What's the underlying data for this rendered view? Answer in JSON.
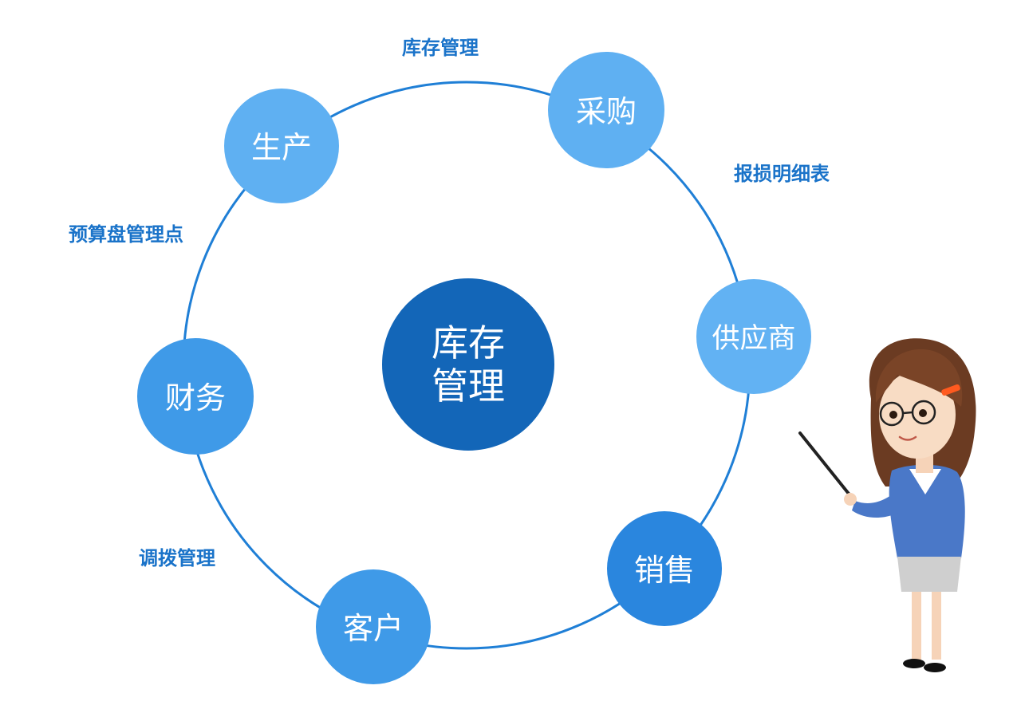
{
  "center": {
    "line1": "库存",
    "line2": "管理",
    "color": "#1366b8"
  },
  "nodes": {
    "production": "生产",
    "purchase": "采购",
    "supplier": "供应商",
    "sales": "销售",
    "customer": "客户",
    "finance": "财务"
  },
  "annotations": {
    "top": "库存管理",
    "right": "报损明细表",
    "left": "预算盘管理点",
    "bottom_left": "调拨管理"
  },
  "colors": {
    "ring": "#1f7fd6",
    "node_light": "#5fb0f2",
    "node_mid": "#3f9ae8",
    "node_dark": "#2a86de",
    "label": "#1a73c9"
  },
  "illustration": "teacher-with-pointer"
}
